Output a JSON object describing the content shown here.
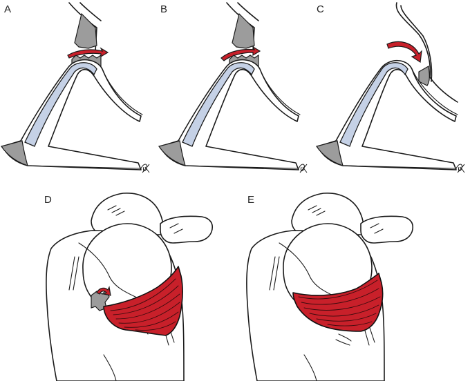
{
  "panels": [
    {
      "id": "A",
      "label": "A"
    },
    {
      "id": "B",
      "label": "B"
    },
    {
      "id": "C",
      "label": "C"
    },
    {
      "id": "D",
      "label": "D"
    },
    {
      "id": "E",
      "label": "E"
    }
  ],
  "colors": {
    "cartilage": "#c5d1e6",
    "bone_grey": "#9c9c9c",
    "arrow_red": "#c8202a",
    "muscle_red": "#c8202a",
    "outline": "#1a1a1a"
  },
  "icons": {
    "arrow": "curved-red-arrow-icon",
    "signature": "artist-signature-icon"
  }
}
